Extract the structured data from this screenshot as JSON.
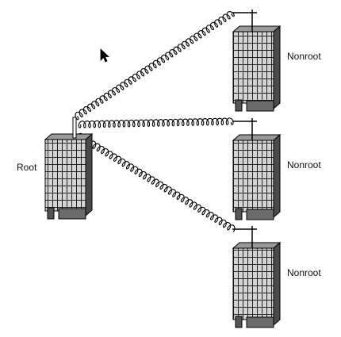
{
  "root": {
    "label": "Root"
  },
  "nonroots": [
    {
      "label": "Nonroot"
    },
    {
      "label": "Nonroot"
    },
    {
      "label": "Nonroot"
    }
  ],
  "cursor": {
    "icon": "mouse-pointer-icon"
  },
  "colors": {
    "outline": "#000000",
    "building_face": "#cfcfcf",
    "building_side": "#4a4a4a",
    "building_base": "#6b6b6b"
  }
}
